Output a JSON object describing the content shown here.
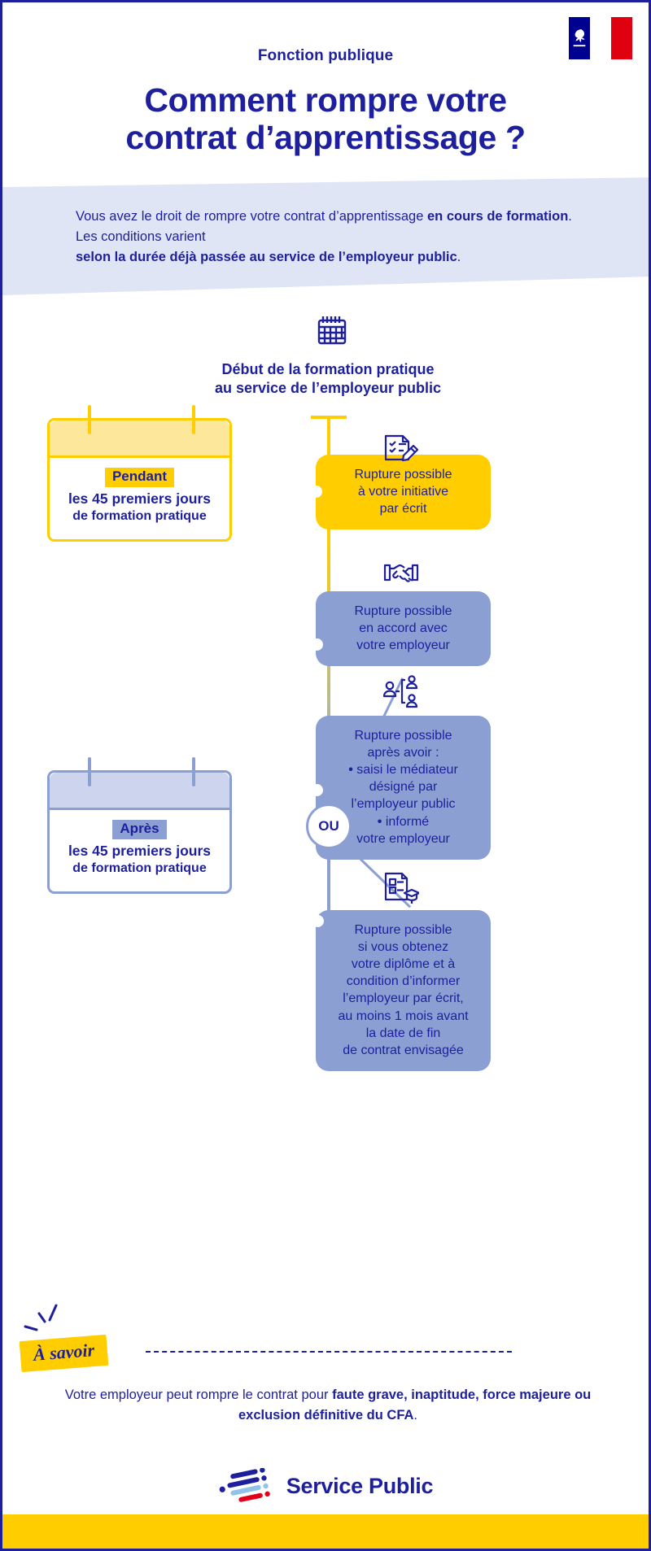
{
  "header": {
    "eyebrow": "Fonction publique",
    "title_line1": "Comment rompre votre",
    "title_line2": "contrat d’apprentissage ?",
    "flag_alt": "french-republic-flag"
  },
  "intro": {
    "part1": "Vous avez le droit de rompre votre contrat d’apprentissage ",
    "bold1": "en cours de formation",
    "part2": ". Les conditions varient ",
    "bold2": "selon la durée déjà passée au service de l’employeur public",
    "part3": "."
  },
  "timeline": {
    "start_icon": "calendar-icon",
    "start_label_line1": "Début de la formation pratique",
    "start_label_line2": "au service de l’employeur public",
    "or_node": "OU"
  },
  "periods": [
    {
      "id": "pendant",
      "tag": "Pendant",
      "line1": "les 45 premiers jours",
      "line2": "de formation pratique",
      "color": "#ffcd00"
    },
    {
      "id": "apres",
      "tag": "Après",
      "line1": "les 45 premiers jours",
      "line2": "de formation pratique",
      "color": "#8b9fd3"
    }
  ],
  "outcomes": [
    {
      "id": "initiative",
      "icon": "signed-document-pen-icon",
      "style": "yellow",
      "lines": [
        "Rupture possible",
        "à votre initiative",
        "par écrit"
      ]
    },
    {
      "id": "accord",
      "icon": "handshake-icon",
      "style": "blue",
      "lines": [
        "Rupture possible",
        "en accord avec",
        "votre employeur"
      ]
    },
    {
      "id": "mediateur",
      "icon": "mediation-people-icon",
      "style": "blue",
      "intro1": "Rupture possible",
      "intro2": "après avoir :",
      "bullets": [
        [
          "saisi le médiateur",
          "désigné par",
          "l’employeur public"
        ],
        [
          "informé",
          "votre employeur"
        ]
      ]
    },
    {
      "id": "diplome",
      "icon": "diploma-graduation-icon",
      "style": "blue",
      "lines": [
        "Rupture possible",
        "si vous obtenez",
        "votre diplôme et à",
        "condition d’informer",
        "l’employeur par écrit,",
        "au moins 1 mois avant",
        "la date de fin",
        "de contrat envisagée"
      ]
    }
  ],
  "note": {
    "tag": "À savoir",
    "part1": "Votre employeur peut rompre le contrat pour ",
    "bold1": "faute grave, inaptitude, force majeure ou exclusion définitive du CFA",
    "part2": "."
  },
  "footer": {
    "logo_mark": "service-public-logo-mark",
    "logo_text": "Service Public"
  },
  "colors": {
    "blue": "#1d1f9c",
    "yellow": "#ffcd00",
    "lilac": "#8b9fd3",
    "lilac_pale": "#dfe5f5",
    "red": "#e2001a"
  }
}
